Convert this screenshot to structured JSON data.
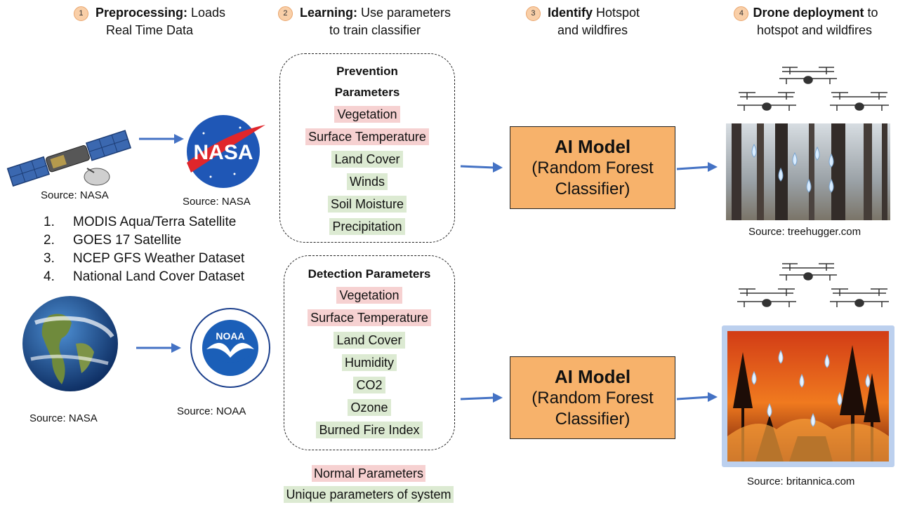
{
  "steps": [
    {
      "num": "1",
      "bold": "Preprocessing:",
      "rest": " Loads",
      "line2": "Real Time Data"
    },
    {
      "num": "2",
      "bold": "Learning:",
      "rest": " Use parameters",
      "line2": "to train classifier"
    },
    {
      "num": "3",
      "bold": "Identify",
      "rest": " Hotspot",
      "line2": "and wildfires"
    },
    {
      "num": "4",
      "bold": "Drone deployment",
      "rest": " to",
      "line2": "hotspot and wildfires"
    }
  ],
  "sources": {
    "satellite": "Source: NASA",
    "nasa_logo": "Source: NASA",
    "earth": "Source: NASA",
    "noaa_logo": "Source: NOAA",
    "forest": "Source: treehugger.com",
    "fire": "Source: britannica.com"
  },
  "logos": {
    "nasa": "NASA",
    "noaa": "NOAA"
  },
  "datasets": [
    {
      "num": "1.",
      "name": "MODIS Aqua/Terra Satellite"
    },
    {
      "num": "2.",
      "name": "GOES 17 Satellite"
    },
    {
      "num": "3.",
      "name": "NCEP GFS Weather Dataset"
    },
    {
      "num": "4.",
      "name": "National Land Cover Dataset"
    }
  ],
  "prevention": {
    "title_line1": "Prevention",
    "title_line2": "Parameters",
    "params": [
      {
        "label": "Vegetation",
        "kind": "normal"
      },
      {
        "label": "Surface Temperature",
        "kind": "normal"
      },
      {
        "label": "Land Cover",
        "kind": "unique"
      },
      {
        "label": "Winds",
        "kind": "unique"
      },
      {
        "label": "Soil Moisture",
        "kind": "unique"
      },
      {
        "label": "Precipitation",
        "kind": "unique"
      }
    ]
  },
  "detection": {
    "title": "Detection Parameters",
    "params": [
      {
        "label": "Vegetation",
        "kind": "normal"
      },
      {
        "label": "Surface Temperature",
        "kind": "normal"
      },
      {
        "label": "Land Cover",
        "kind": "unique"
      },
      {
        "label": "Humidity",
        "kind": "unique"
      },
      {
        "label": "CO2",
        "kind": "unique"
      },
      {
        "label": "Ozone",
        "kind": "unique"
      },
      {
        "label": "Burned Fire Index",
        "kind": "unique"
      }
    ]
  },
  "models": [
    {
      "title": "AI Model",
      "sub1": "(Random Forest",
      "sub2": "Classifier)"
    },
    {
      "title": "AI Model",
      "sub1": "(Random Forest",
      "sub2": "Classifier)"
    }
  ],
  "legend": {
    "normal": "Normal Parameters",
    "unique": "Unique parameters of system"
  },
  "colors": {
    "arrow": "#4472c4",
    "model_fill": "#f7b26b",
    "normal": "#f6d1d1",
    "unique": "#dcead2",
    "step_badge": "#f9cfa8"
  }
}
